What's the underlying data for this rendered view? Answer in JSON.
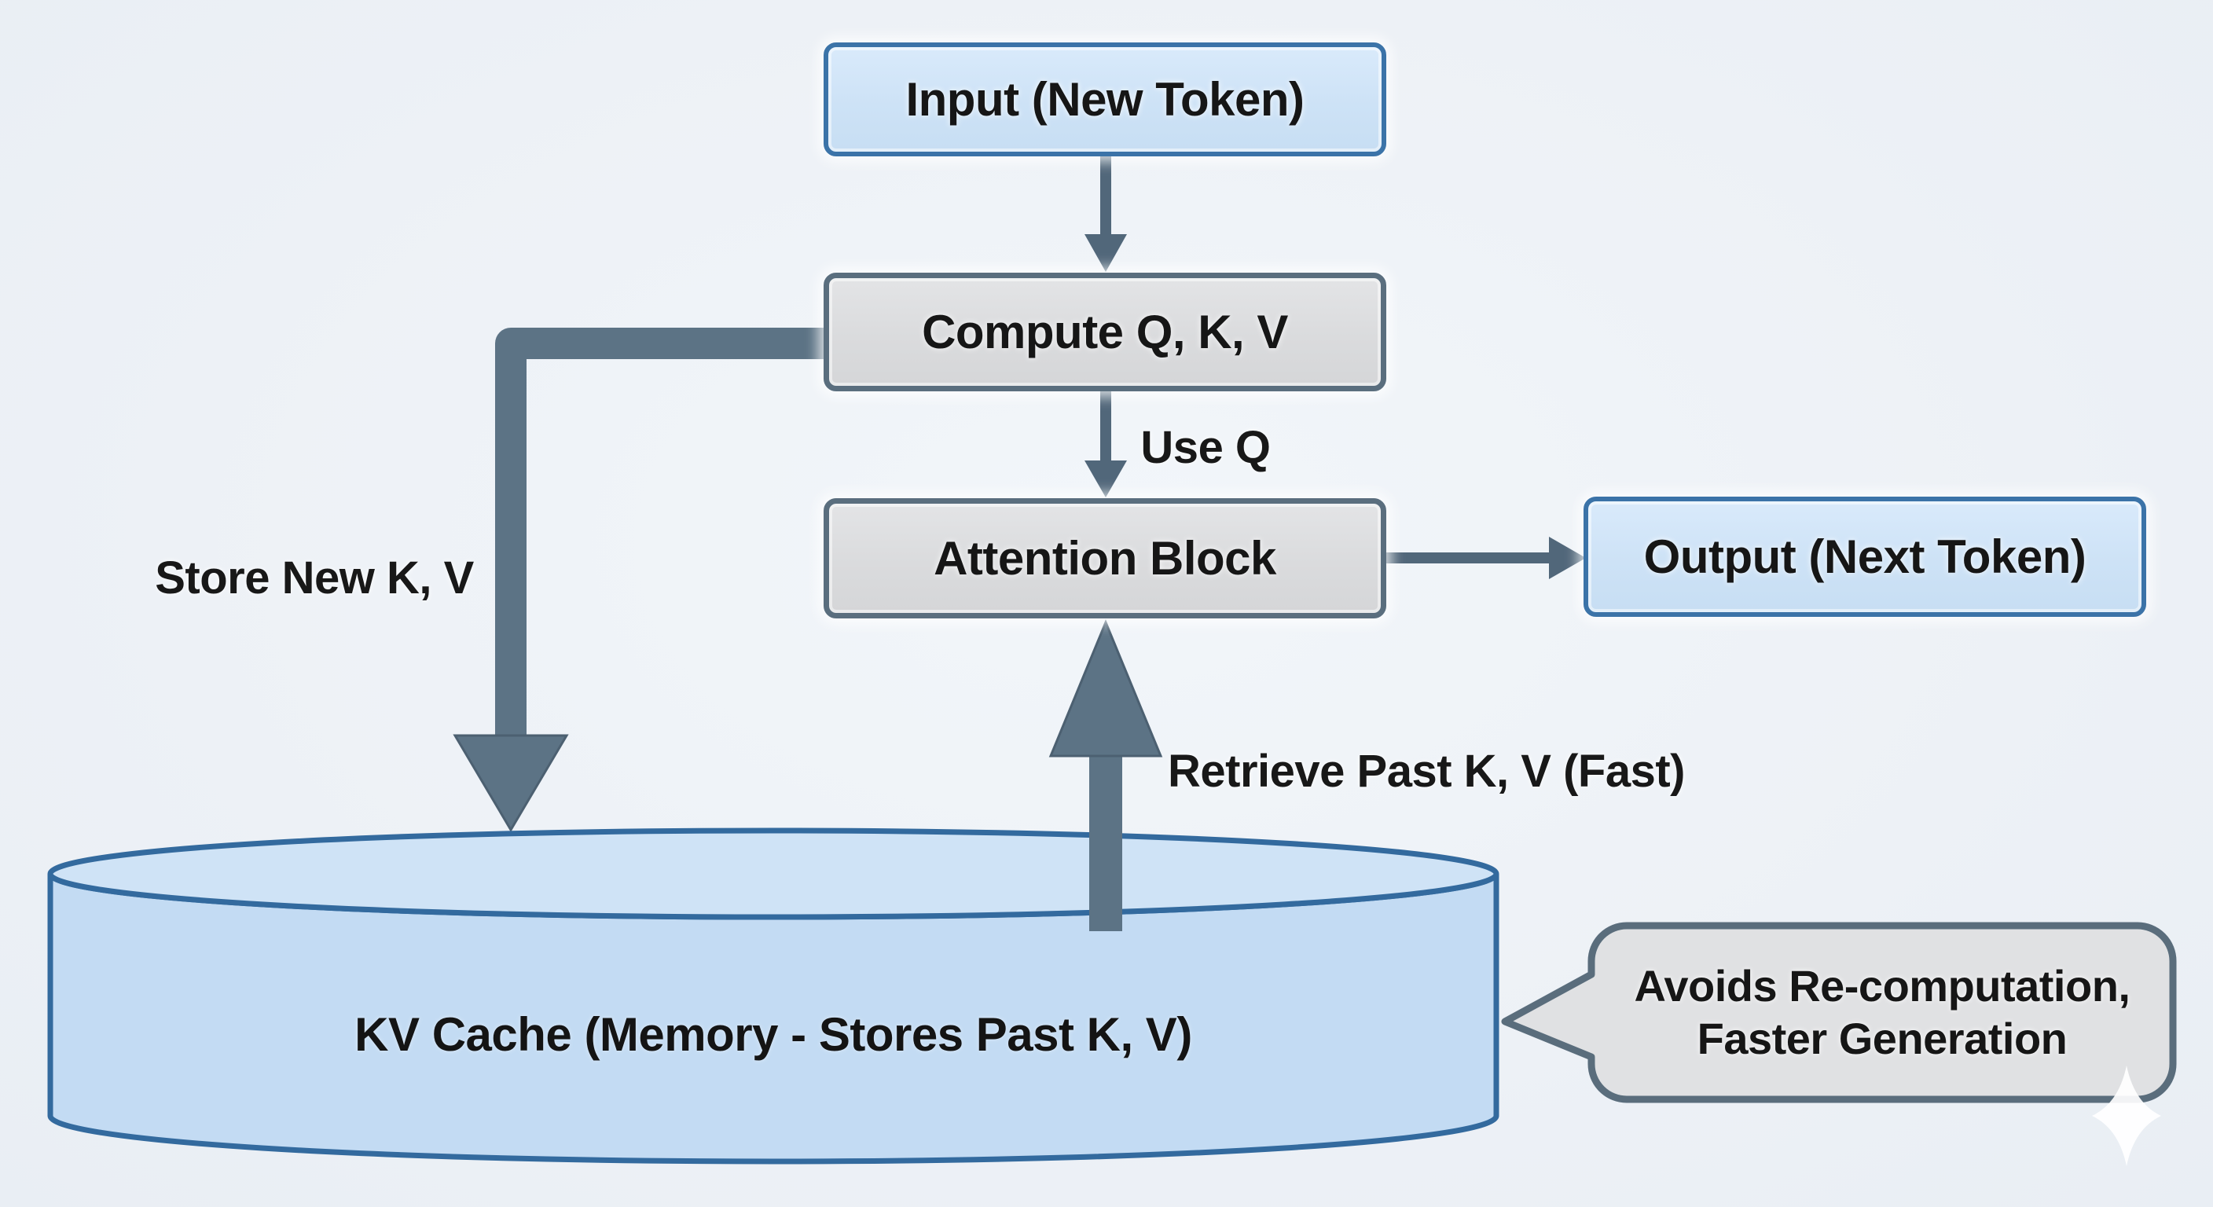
{
  "diagram": {
    "nodes": [
      {
        "id": "input",
        "label": "Input (New Token)",
        "shape": "rounded-rect",
        "style": "blue"
      },
      {
        "id": "compute_qkv",
        "label": "Compute Q, K, V",
        "shape": "rounded-rect",
        "style": "gray"
      },
      {
        "id": "attention_block",
        "label": "Attention Block",
        "shape": "rounded-rect",
        "style": "gray"
      },
      {
        "id": "output",
        "label": "Output (Next Token)",
        "shape": "rounded-rect",
        "style": "blue"
      },
      {
        "id": "kv_cache",
        "label": "KV Cache (Memory - Stores Past K, V)",
        "shape": "cylinder",
        "style": "blue"
      }
    ],
    "edges": [
      {
        "from": "input",
        "to": "compute_qkv",
        "label": ""
      },
      {
        "from": "compute_qkv",
        "to": "attention_block",
        "label": "Use Q"
      },
      {
        "from": "attention_block",
        "to": "output",
        "label": ""
      },
      {
        "from": "compute_qkv",
        "to": "kv_cache",
        "label": "Store New K, V"
      },
      {
        "from": "kv_cache",
        "to": "attention_block",
        "label": "Retrieve Past K, V (Fast)"
      }
    ],
    "callout": {
      "lines": [
        "Avoids Re-computation,",
        "Faster Generation"
      ],
      "tail_direction": "left",
      "points_to": "kv_cache"
    },
    "watermark": {
      "icon": "sparkle",
      "color": "#ffffff"
    },
    "colors": {
      "background": "#edf1f6",
      "blue_node_fill": "#cde2f6",
      "blue_node_border": "#3b73a8",
      "gray_node_fill": "#dadbdd",
      "gray_node_border": "#5a6e7e",
      "cylinder_body_fill": "#c3dbf3",
      "cylinder_top_fill": "#cfe3f6",
      "cylinder_border": "#336a9e",
      "arrow": "#55697c",
      "callout_fill": "#e0e1e3",
      "callout_border": "#5a6d7c",
      "text": "#161616"
    }
  }
}
